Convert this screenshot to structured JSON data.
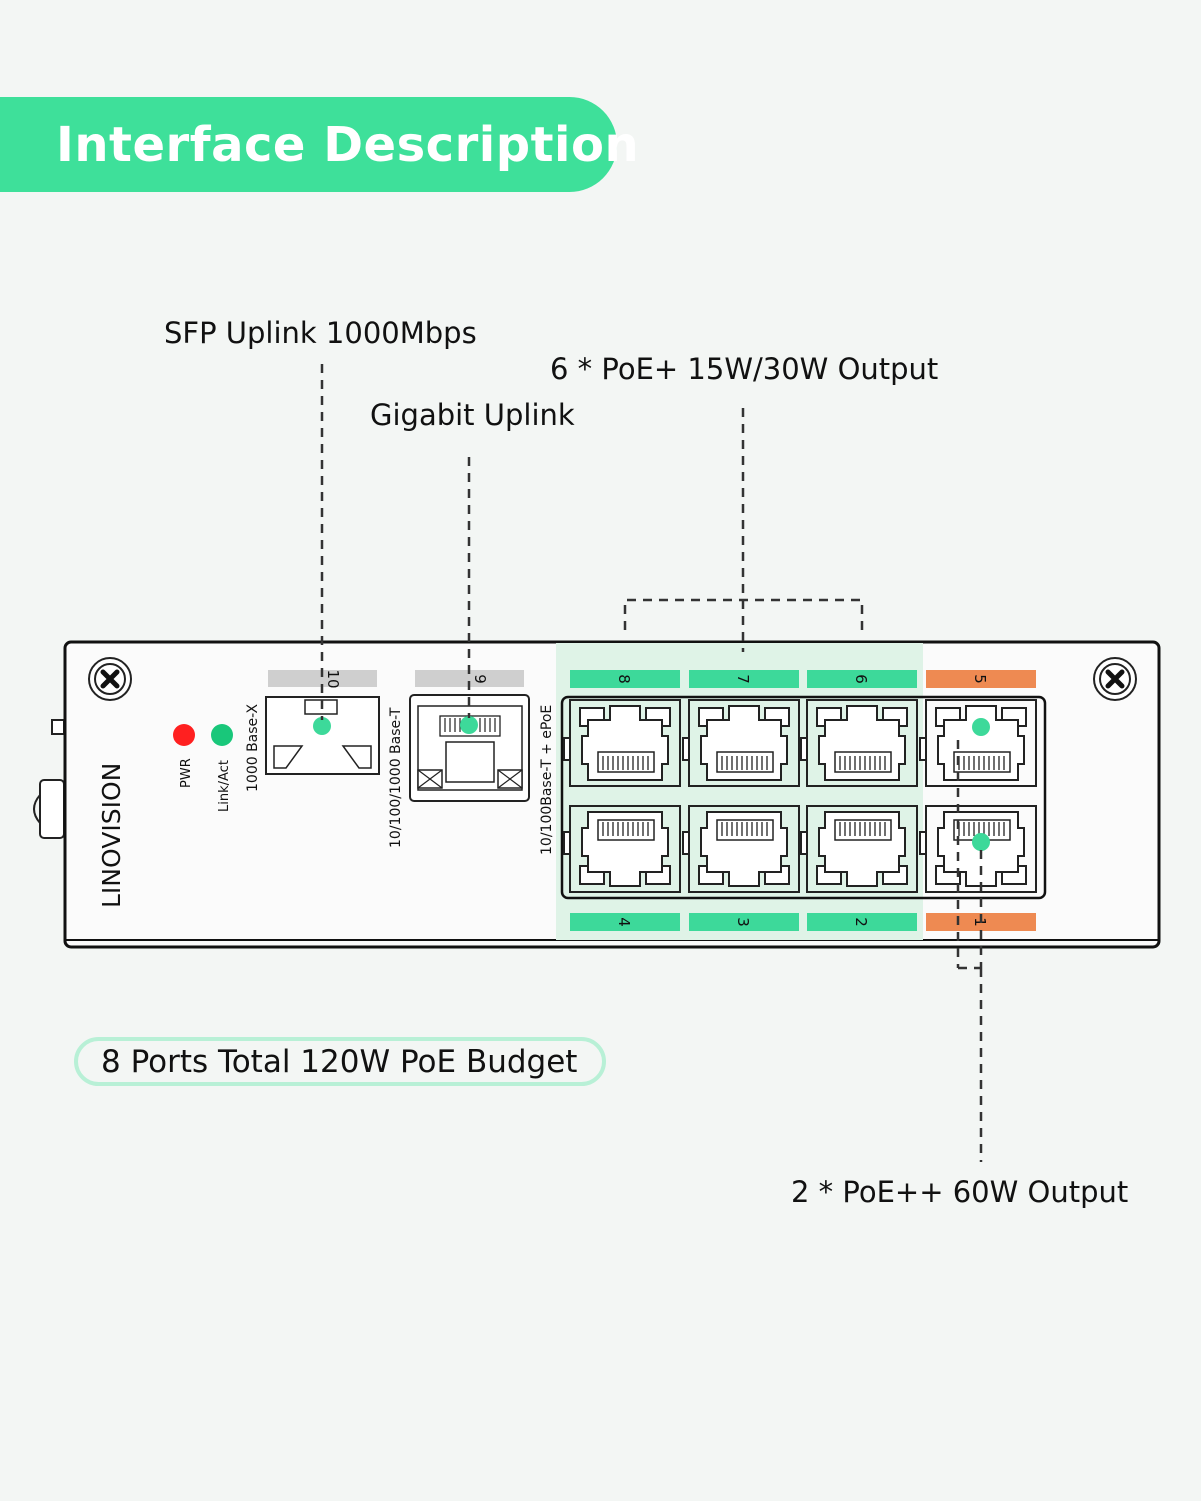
{
  "header": {
    "title": "Interface Description"
  },
  "callouts": {
    "sfp_uplink": "SFP Uplink 1000Mbps",
    "gigabit_uplink": "Gigabit Uplink",
    "poe_plus_output": "6 * PoE+ 15W/30W Output",
    "poe_plus_plus_output": "2 * PoE++ 60W Output"
  },
  "budget": {
    "text": "8 Ports Total 120W PoE Budget"
  },
  "device": {
    "brand": "LINOVISION",
    "leds": {
      "pwr": "PWR",
      "link_act": "Link/Act"
    },
    "port_labels": {
      "sfp_type": "1000 Base-X",
      "uplink_type": "10/100/1000 Base-T",
      "poe_type": "10/100Base-T + ePoE"
    },
    "port_numbers": {
      "p10": "10",
      "p9": "9",
      "p8": "8",
      "p7": "7",
      "p6": "6",
      "p5": "5",
      "p4": "4",
      "p3": "3",
      "p2": "2",
      "p1": "1"
    }
  },
  "colors": {
    "accent_green": "#3ee09a",
    "port_green": "#3dd99a",
    "port_orange": "#ee8a52",
    "port_gray": "#cfcfcf",
    "pwr_led": "#ff2020",
    "link_led": "#19c77a",
    "poe_zone_bg": "#dff3e7"
  }
}
